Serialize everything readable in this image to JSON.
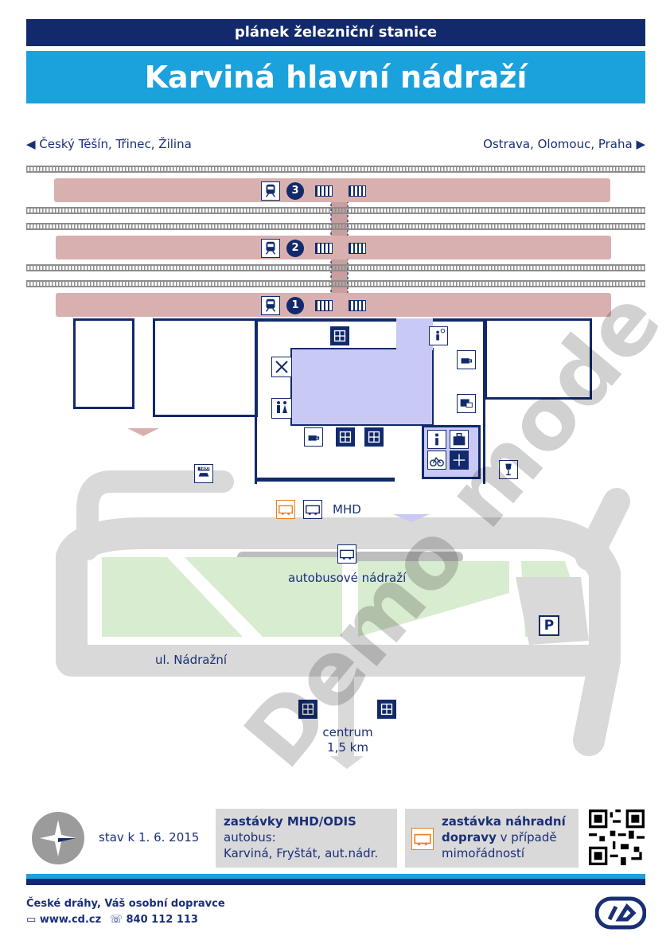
{
  "header": {
    "subtitle": "plánek železniční stanice",
    "title": "Karviná hlavní nádraží"
  },
  "directions": {
    "left": "◀ Český Těšín, Třinec, Žilina",
    "right": "Ostrava, Olomouc, Praha ▶"
  },
  "platforms": [
    {
      "number": "3"
    },
    {
      "number": "2"
    },
    {
      "number": "1"
    }
  ],
  "labels": {
    "mhd": "MHD",
    "bus_station": "autobusové nádraží",
    "street": "ul. Nádražní",
    "centrum": "centrum",
    "centrum_dist": "1,5 km",
    "parking": "P",
    "taxi": "Taxi",
    "cd_kurýr": "ČD Kurýr"
  },
  "status": "stav k 1. 6. 2015",
  "mhd_box": {
    "title": "zastávky MHD/ODIS",
    "line1": "autobus:",
    "line2": "Karviná, Fryštát, aut.nádr."
  },
  "replacement_box": {
    "title1": "zastávka náhradní",
    "title2": "dopravy",
    "text1": " v případě",
    "text2": "mimořádností"
  },
  "footer": {
    "company": "České dráhy, Váš osobní dopravce",
    "web": "www.cd.cz",
    "phone": "840 112 113"
  },
  "watermark": "Demo mode",
  "colors": {
    "navy": "#122a6b",
    "blue": "#1ba1dc",
    "platform": "#d9b0b0",
    "hall": "#c9c9f5",
    "road": "#d9d9d9",
    "green": "#d8eccf",
    "orange": "#e8801f"
  }
}
